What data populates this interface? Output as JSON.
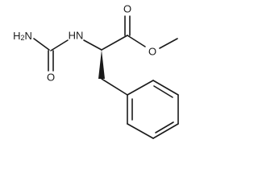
{
  "molecule": {
    "atom_labels": {
      "amine_label": "H2N",
      "amide_nitrogen_label": "HN",
      "urea_oxygen_label": "O",
      "carbonyl_oxygen_label": "O",
      "ester_oxygen_label": "O"
    }
  }
}
